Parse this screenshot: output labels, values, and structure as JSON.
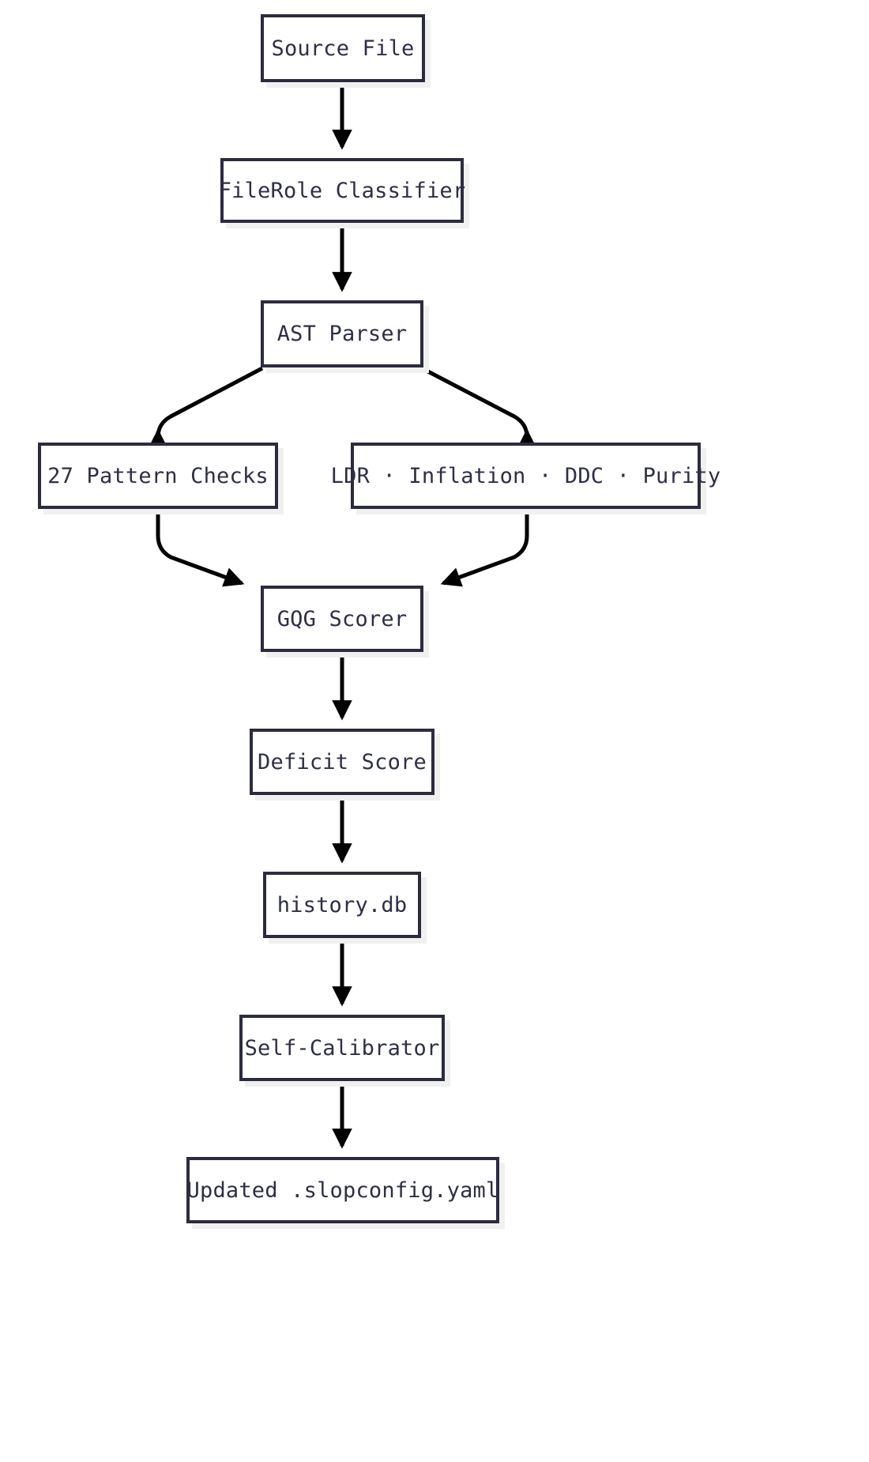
{
  "diagram": {
    "type": "flowchart",
    "orientation": "top-to-bottom",
    "background_color": "#ffffff",
    "node_border_color": "#2b2b40",
    "node_fill_color": "#ffffff",
    "node_text_color": "#2e2e47",
    "edge_color": "#000000",
    "shadow_color": "#f0f0f0",
    "nodes": [
      {
        "id": "source",
        "label": "Source File"
      },
      {
        "id": "classifier",
        "label": "FileRole Classifier"
      },
      {
        "id": "ast",
        "label": "AST Parser"
      },
      {
        "id": "patterns",
        "label": "27 Pattern Checks"
      },
      {
        "id": "metrics",
        "label": "LDR · Inflation · DDC · Purity"
      },
      {
        "id": "gqg",
        "label": "GQG Scorer"
      },
      {
        "id": "deficit",
        "label": "Deficit Score"
      },
      {
        "id": "history",
        "label": "history.db"
      },
      {
        "id": "selfcal",
        "label": "Self-Calibrator"
      },
      {
        "id": "output",
        "label": "Updated .slopconfig.yaml"
      }
    ],
    "edges": [
      {
        "from": "source",
        "to": "classifier",
        "style": "straight-arrow"
      },
      {
        "from": "classifier",
        "to": "ast",
        "style": "straight-arrow"
      },
      {
        "from": "ast",
        "to": "patterns",
        "style": "curved-arrow-left"
      },
      {
        "from": "ast",
        "to": "metrics",
        "style": "curved-arrow-right"
      },
      {
        "from": "patterns",
        "to": "gqg",
        "style": "curved-arrow-right"
      },
      {
        "from": "metrics",
        "to": "gqg",
        "style": "curved-arrow-left"
      },
      {
        "from": "gqg",
        "to": "deficit",
        "style": "straight-arrow"
      },
      {
        "from": "deficit",
        "to": "history",
        "style": "straight-arrow"
      },
      {
        "from": "history",
        "to": "selfcal",
        "style": "straight-arrow"
      },
      {
        "from": "selfcal",
        "to": "output",
        "style": "straight-arrow"
      }
    ]
  }
}
